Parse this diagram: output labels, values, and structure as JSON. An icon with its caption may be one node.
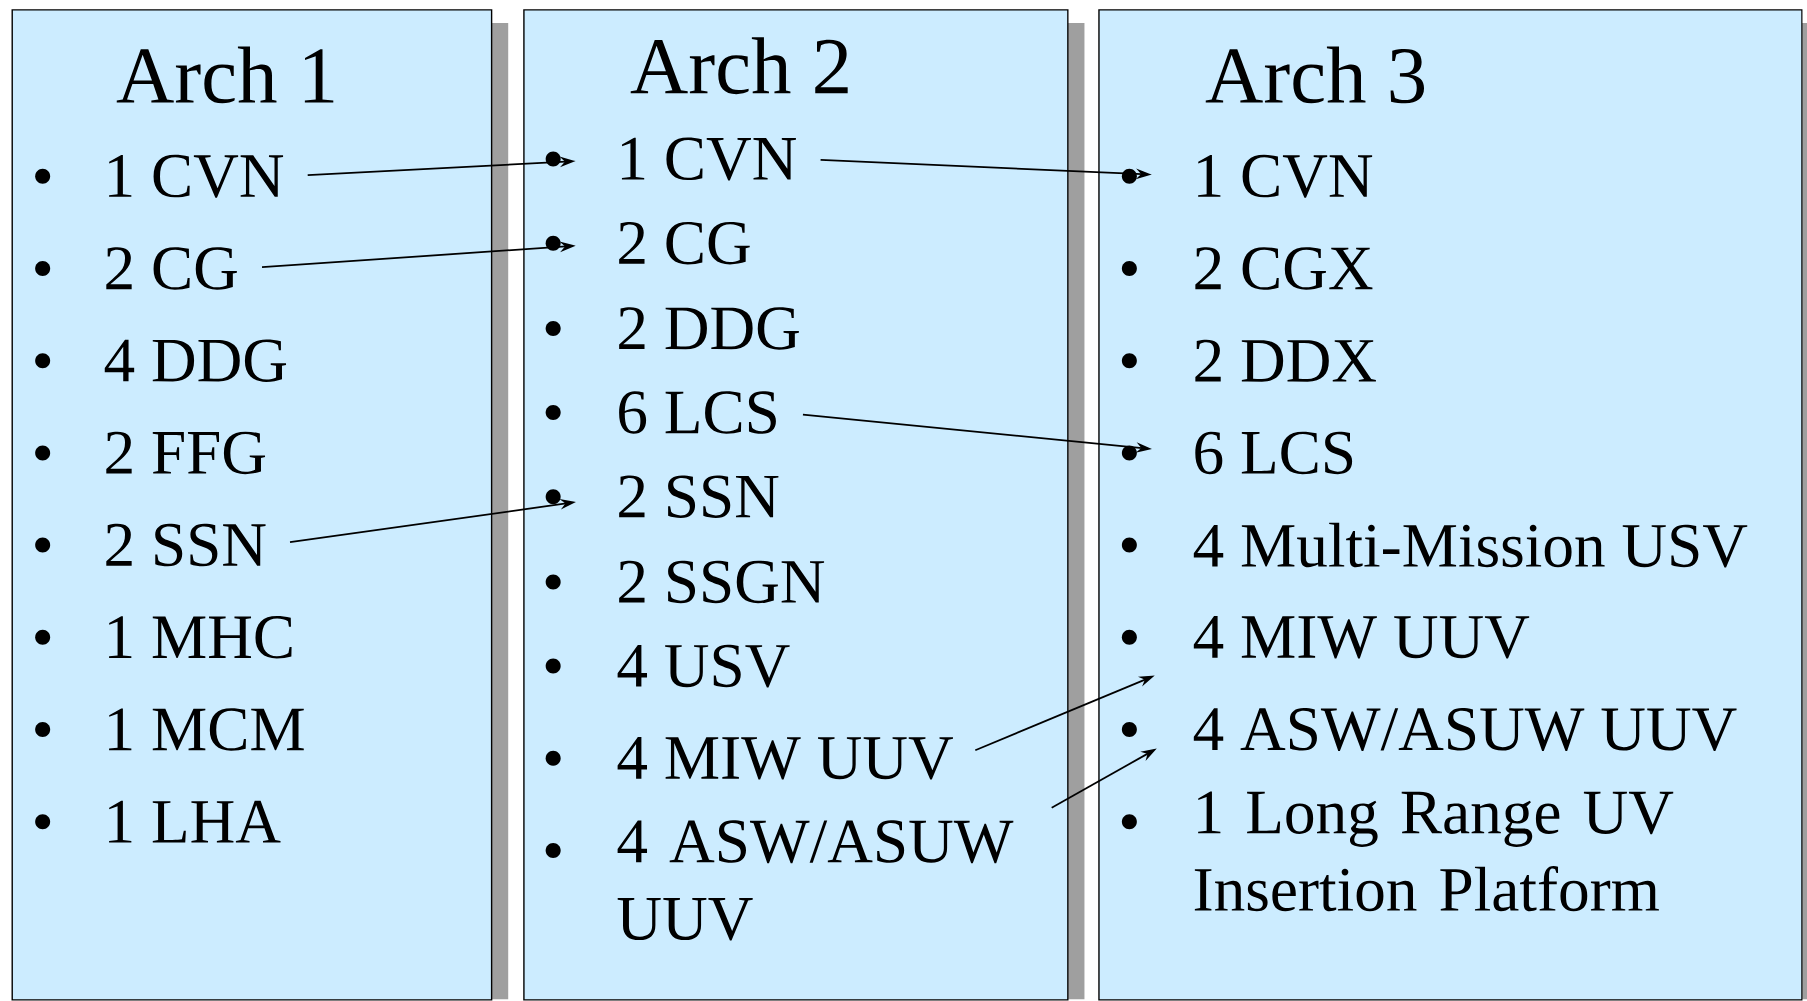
{
  "diagram": {
    "nodes": [
      {
        "text": [
          "Arch 1"
        ]
      },
      {
        "text": [
          "1 CVN"
        ],
        "in": 0
      },
      {
        "text": [
          "2 CG"
        ],
        "in": 0
      },
      {
        "text": [
          "4 DDG"
        ],
        "in": 0
      },
      {
        "text": [
          "2 FFG"
        ],
        "in": 0
      },
      {
        "text": [
          "2 SSN"
        ],
        "in": 0
      },
      {
        "text": [
          "1 MHC"
        ],
        "in": 0
      },
      {
        "text": [
          "1 MCM"
        ],
        "in": 0
      },
      {
        "text": [
          "1 LHA"
        ],
        "in": 0
      },
      {
        "text": [
          "Arch 2"
        ]
      },
      {
        "text": [
          "1 CVN"
        ],
        "in": 9
      },
      {
        "text": [
          "2 CG"
        ],
        "in": 9
      },
      {
        "text": [
          "2 DDG"
        ],
        "in": 9
      },
      {
        "text": [
          "6 LCS"
        ],
        "in": 9
      },
      {
        "text": [
          "2 SSN"
        ],
        "in": 9
      },
      {
        "text": [
          "2 SSGN"
        ],
        "in": 9
      },
      {
        "text": [
          "4 USV"
        ],
        "in": 9
      },
      {
        "text": [
          "4 MIW UUV"
        ],
        "in": 9
      },
      {
        "text": [
          "4 ASW/ASUW UUV"
        ],
        "in": 9
      },
      {
        "text": [
          "Arch 3"
        ]
      },
      {
        "text": [
          "1 CVN"
        ],
        "in": 19
      },
      {
        "text": [
          "2 CGX"
        ],
        "in": 19
      },
      {
        "text": [
          "2 DDX"
        ],
        "in": 19
      },
      {
        "text": [
          "6 LCS"
        ],
        "in": 19
      },
      {
        "text": [
          "4 Multi-Mission USV"
        ],
        "in": 19
      },
      {
        "text": [
          "4 MIW UUV"
        ],
        "in": 19
      },
      {
        "text": [
          "4 ASW/ASUW UUV"
        ],
        "in": 19
      },
      {
        "text": [
          "1 Long Range UV Insertion Platform"
        ],
        "in": 19
      }
    ],
    "edges": [
      {
        "from": 1,
        "to": 10,
        "arrow": "to"
      },
      {
        "from": 2,
        "to": 11,
        "arrow": "to"
      },
      {
        "from": 5,
        "to": 14,
        "arrow": "to"
      },
      {
        "from": 10,
        "to": 20,
        "arrow": "to"
      },
      {
        "from": 13,
        "to": 23,
        "arrow": "to"
      },
      {
        "from": 17,
        "to": 25,
        "arrow": "to"
      },
      {
        "from": 18,
        "to": 26,
        "arrow": "to"
      }
    ]
  }
}
